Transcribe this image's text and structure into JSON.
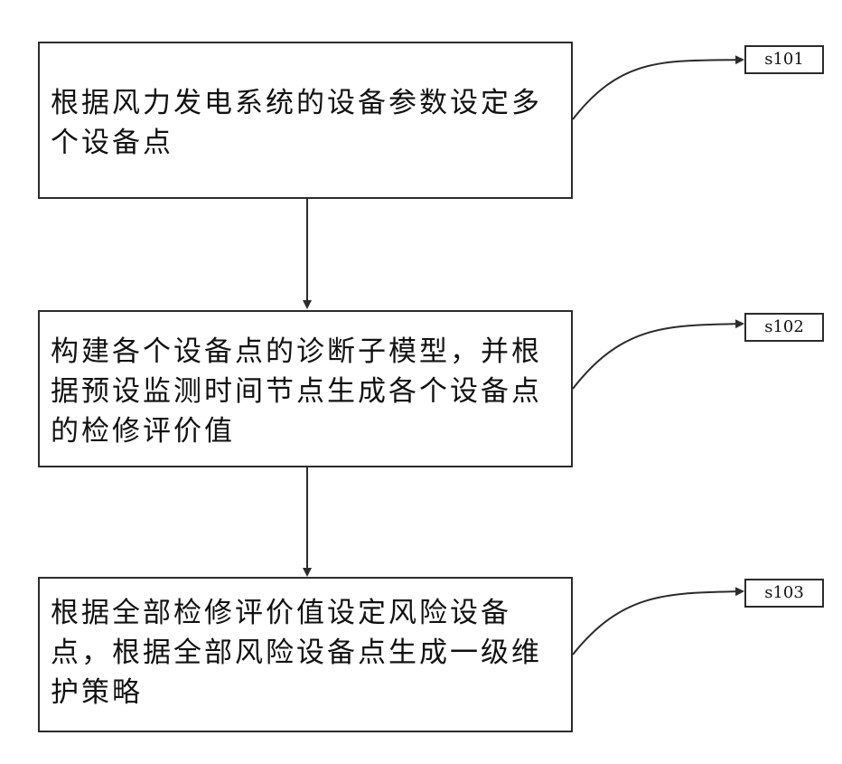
{
  "flowchart": {
    "steps": [
      {
        "id": "s101",
        "text": "根据风力发电系统的设备参数设定多个设备点"
      },
      {
        "id": "s102",
        "text": "构建各个设备点的诊断子模型，并根据预设监测时间节点生成各个设备点的检修评价值"
      },
      {
        "id": "s103",
        "text": "根据全部检修评价值设定风险设备点，根据全部风险设备点生成一级维护策略"
      }
    ]
  }
}
